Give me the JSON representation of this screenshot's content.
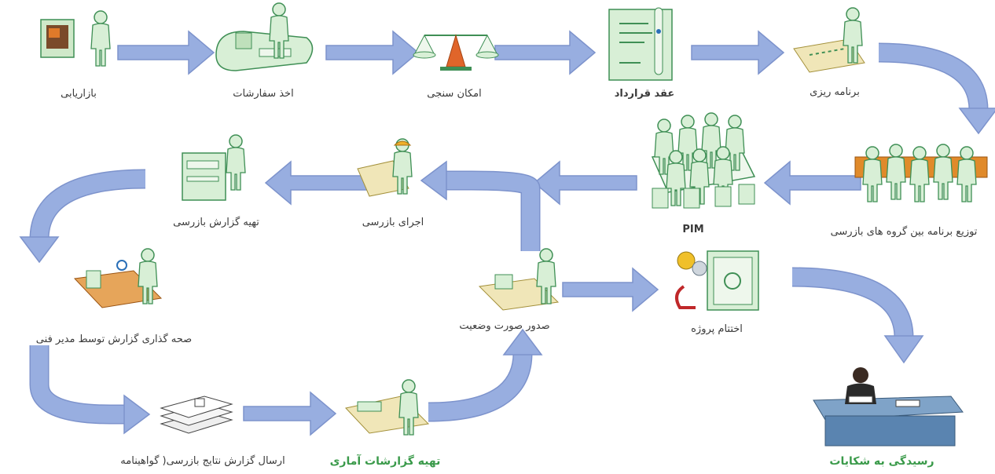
{
  "steps": {
    "market": "بازاریابی",
    "orders": "اخذ سفارشات",
    "feasibility": "امکان سنجی",
    "contract": "عقد قرارداد",
    "planning": "برنامه ریزی",
    "distribute": "توزیع برنامه بین گروه های بازرسی",
    "pim": "PIM",
    "inspection": "اجرای بازرسی",
    "prepare_report": "تهیه گزارش بازرسی",
    "approve_report": "صحه گذاری گزارش توسط مدیر فنی",
    "send_report": "ارسال گزارش نتایج بازرسی( گواهینامه",
    "stat_reports": "تهیه گزارشات آماری",
    "invoice": "صدور صورت وضعیت",
    "close_project": "اختتام پروژه",
    "complaints": "رسیدگی به شکایات"
  },
  "colors": {
    "arrow": "#98aee0",
    "arrow_stroke": "#7d93cc",
    "figure": "#d8efd6",
    "figure_stroke": "#3f8f55",
    "accent_green": "#3a9a4a"
  }
}
